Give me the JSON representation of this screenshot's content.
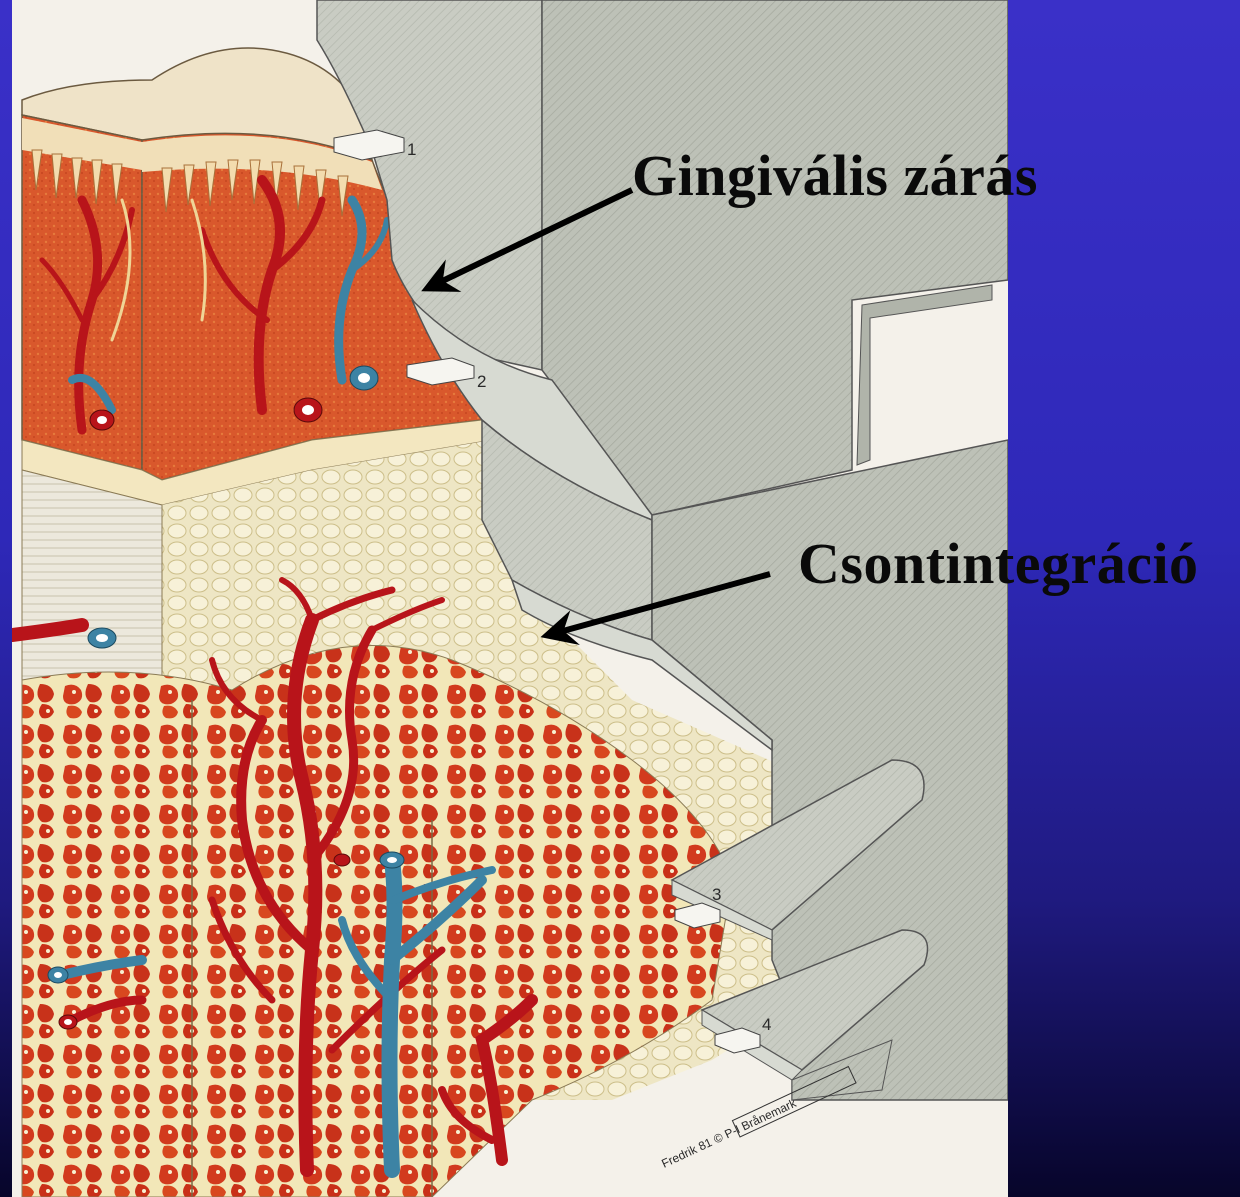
{
  "labels": {
    "gingival": "Gingivális zárás",
    "osseo": "Csontintegráció"
  },
  "markers": {
    "m1": "1",
    "m2": "2",
    "m3": "3",
    "m4": "4"
  },
  "signature": "Fredrik 81 © P-I Brånemark",
  "colors": {
    "background": "#2e28b8",
    "implant": "#c8cbc2",
    "soft_tissue": "#d9542a",
    "artery": "#c0161c",
    "vein": "#3a86a8",
    "bone_marrow": "#d63a1e",
    "bone": "#efe6c0"
  }
}
